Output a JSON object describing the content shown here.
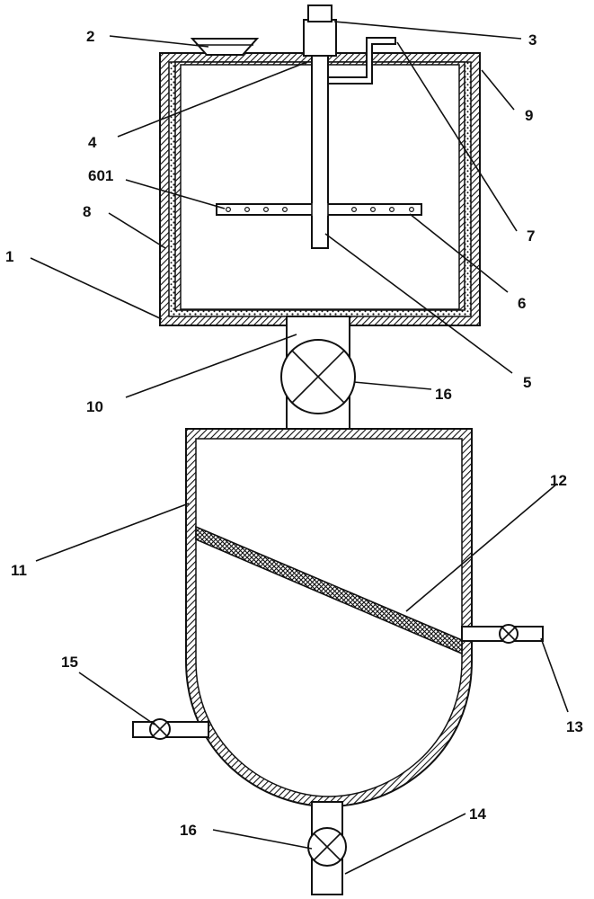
{
  "labels": {
    "n1": "1",
    "n2": "2",
    "n3": "3",
    "n4": "4",
    "n5": "5",
    "n6": "6",
    "n601": "601",
    "n7": "7",
    "n8": "8",
    "n9": "9",
    "n10": "10",
    "n11": "11",
    "n12": "12",
    "n13": "13",
    "n14": "14",
    "n15": "15",
    "n16a": "16",
    "n16b": "16"
  }
}
